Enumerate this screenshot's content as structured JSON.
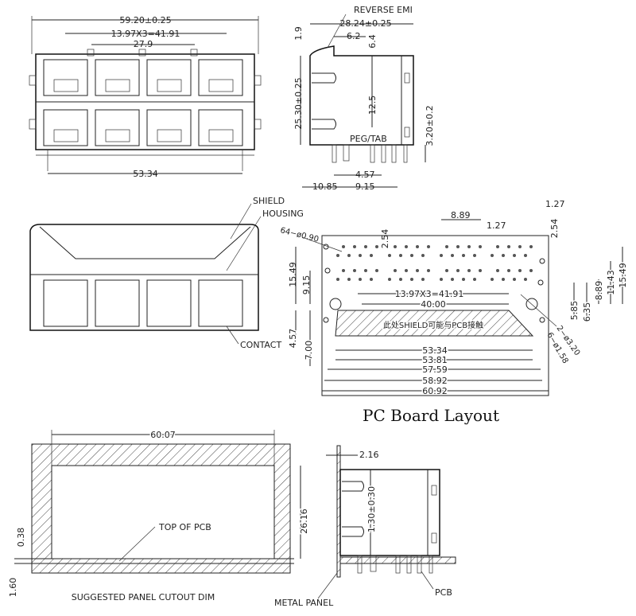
{
  "front_view": {
    "dim_overall_width": "59.20±0.25",
    "dim_port_pitch": "13.97X3=41.91",
    "dim_center": "27.9",
    "dim_pin_span": "53.34"
  },
  "side_view": {
    "label_reverse_emi": "REVERSE EMI",
    "dim_depth": "28.24±0.25",
    "dim_6_2": "6.2",
    "dim_1_9": "1.9",
    "dim_6_4": "6.4",
    "dim_height": "25.30±0.25",
    "dim_12_5": "12.5",
    "dim_pin_len": "3.20±0.2",
    "label_peg_tab": "PEG/TAB",
    "dim_4_57": "4.57",
    "dim_10_85": "10.85",
    "dim_9_15": "9.15"
  },
  "rear_view": {
    "label_shield": "SHIELD",
    "label_housing": "HOUSING",
    "label_contact": "CONTACT"
  },
  "pcb_layout": {
    "title": "PC Board Layout",
    "holes_small": "64−ø0.90",
    "dim_8_89_top": "8.89",
    "dim_1_27_a": "1.27",
    "dim_1_27_b": "1.27",
    "dim_2_54_right": "2.54",
    "dim_2_54_left": "2.54",
    "dim_15_49_left": "15.49",
    "dim_9_15": "9.15",
    "dim_pitch": "13.97X3=41.91",
    "dim_40": "40.00",
    "shield_note": "此处SHIELD可能与PCB接触",
    "holes_large": "2−ø3.20",
    "holes_mid": "6−ø1.58",
    "dim_4_57": "4.57",
    "dim_7_00": "7.00",
    "dim_15_49_right": "15.49",
    "dim_11_43": "11.43",
    "dim_8_89_right": "8.89",
    "dim_6_35": "6.35",
    "dim_5_85": "5.85",
    "dim_53_34": "53.34",
    "dim_53_81": "53.81",
    "dim_57_59": "57.59",
    "dim_58_92": "58.92",
    "dim_60_92": "60.92"
  },
  "panel_cutout": {
    "dim_width": "60.07",
    "dim_height": "26.16",
    "label_top_of_pcb": "TOP OF PCB",
    "dim_0_38": "0.38",
    "dim_1_60": "1.60",
    "caption": "SUGGESTED PANEL CUTOUT DIM"
  },
  "panel_side": {
    "dim_2_16": "2.16",
    "dim_1_30": "1.30±0.30",
    "label_metal_panel": "METAL PANEL",
    "label_pcb": "PCB"
  }
}
